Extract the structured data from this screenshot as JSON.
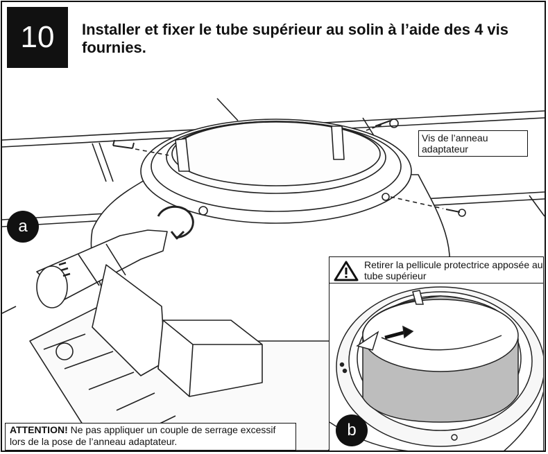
{
  "step": {
    "number": "10",
    "instruction": "Installer et fixer le tube supérieur au solin à l’aide des 4 vis fournies."
  },
  "callouts": {
    "screws": "Vis de l’anneau adaptateur"
  },
  "warning": {
    "text": "Retirer la pellicule protectrice apposée au tube supérieur"
  },
  "badges": {
    "a": "a",
    "b": "b"
  },
  "attention": {
    "label": "ATTENTION!",
    "text": " Ne pas appliquer un couple de serrage excessif lors de la pose de l’anneau adaptateur."
  }
}
